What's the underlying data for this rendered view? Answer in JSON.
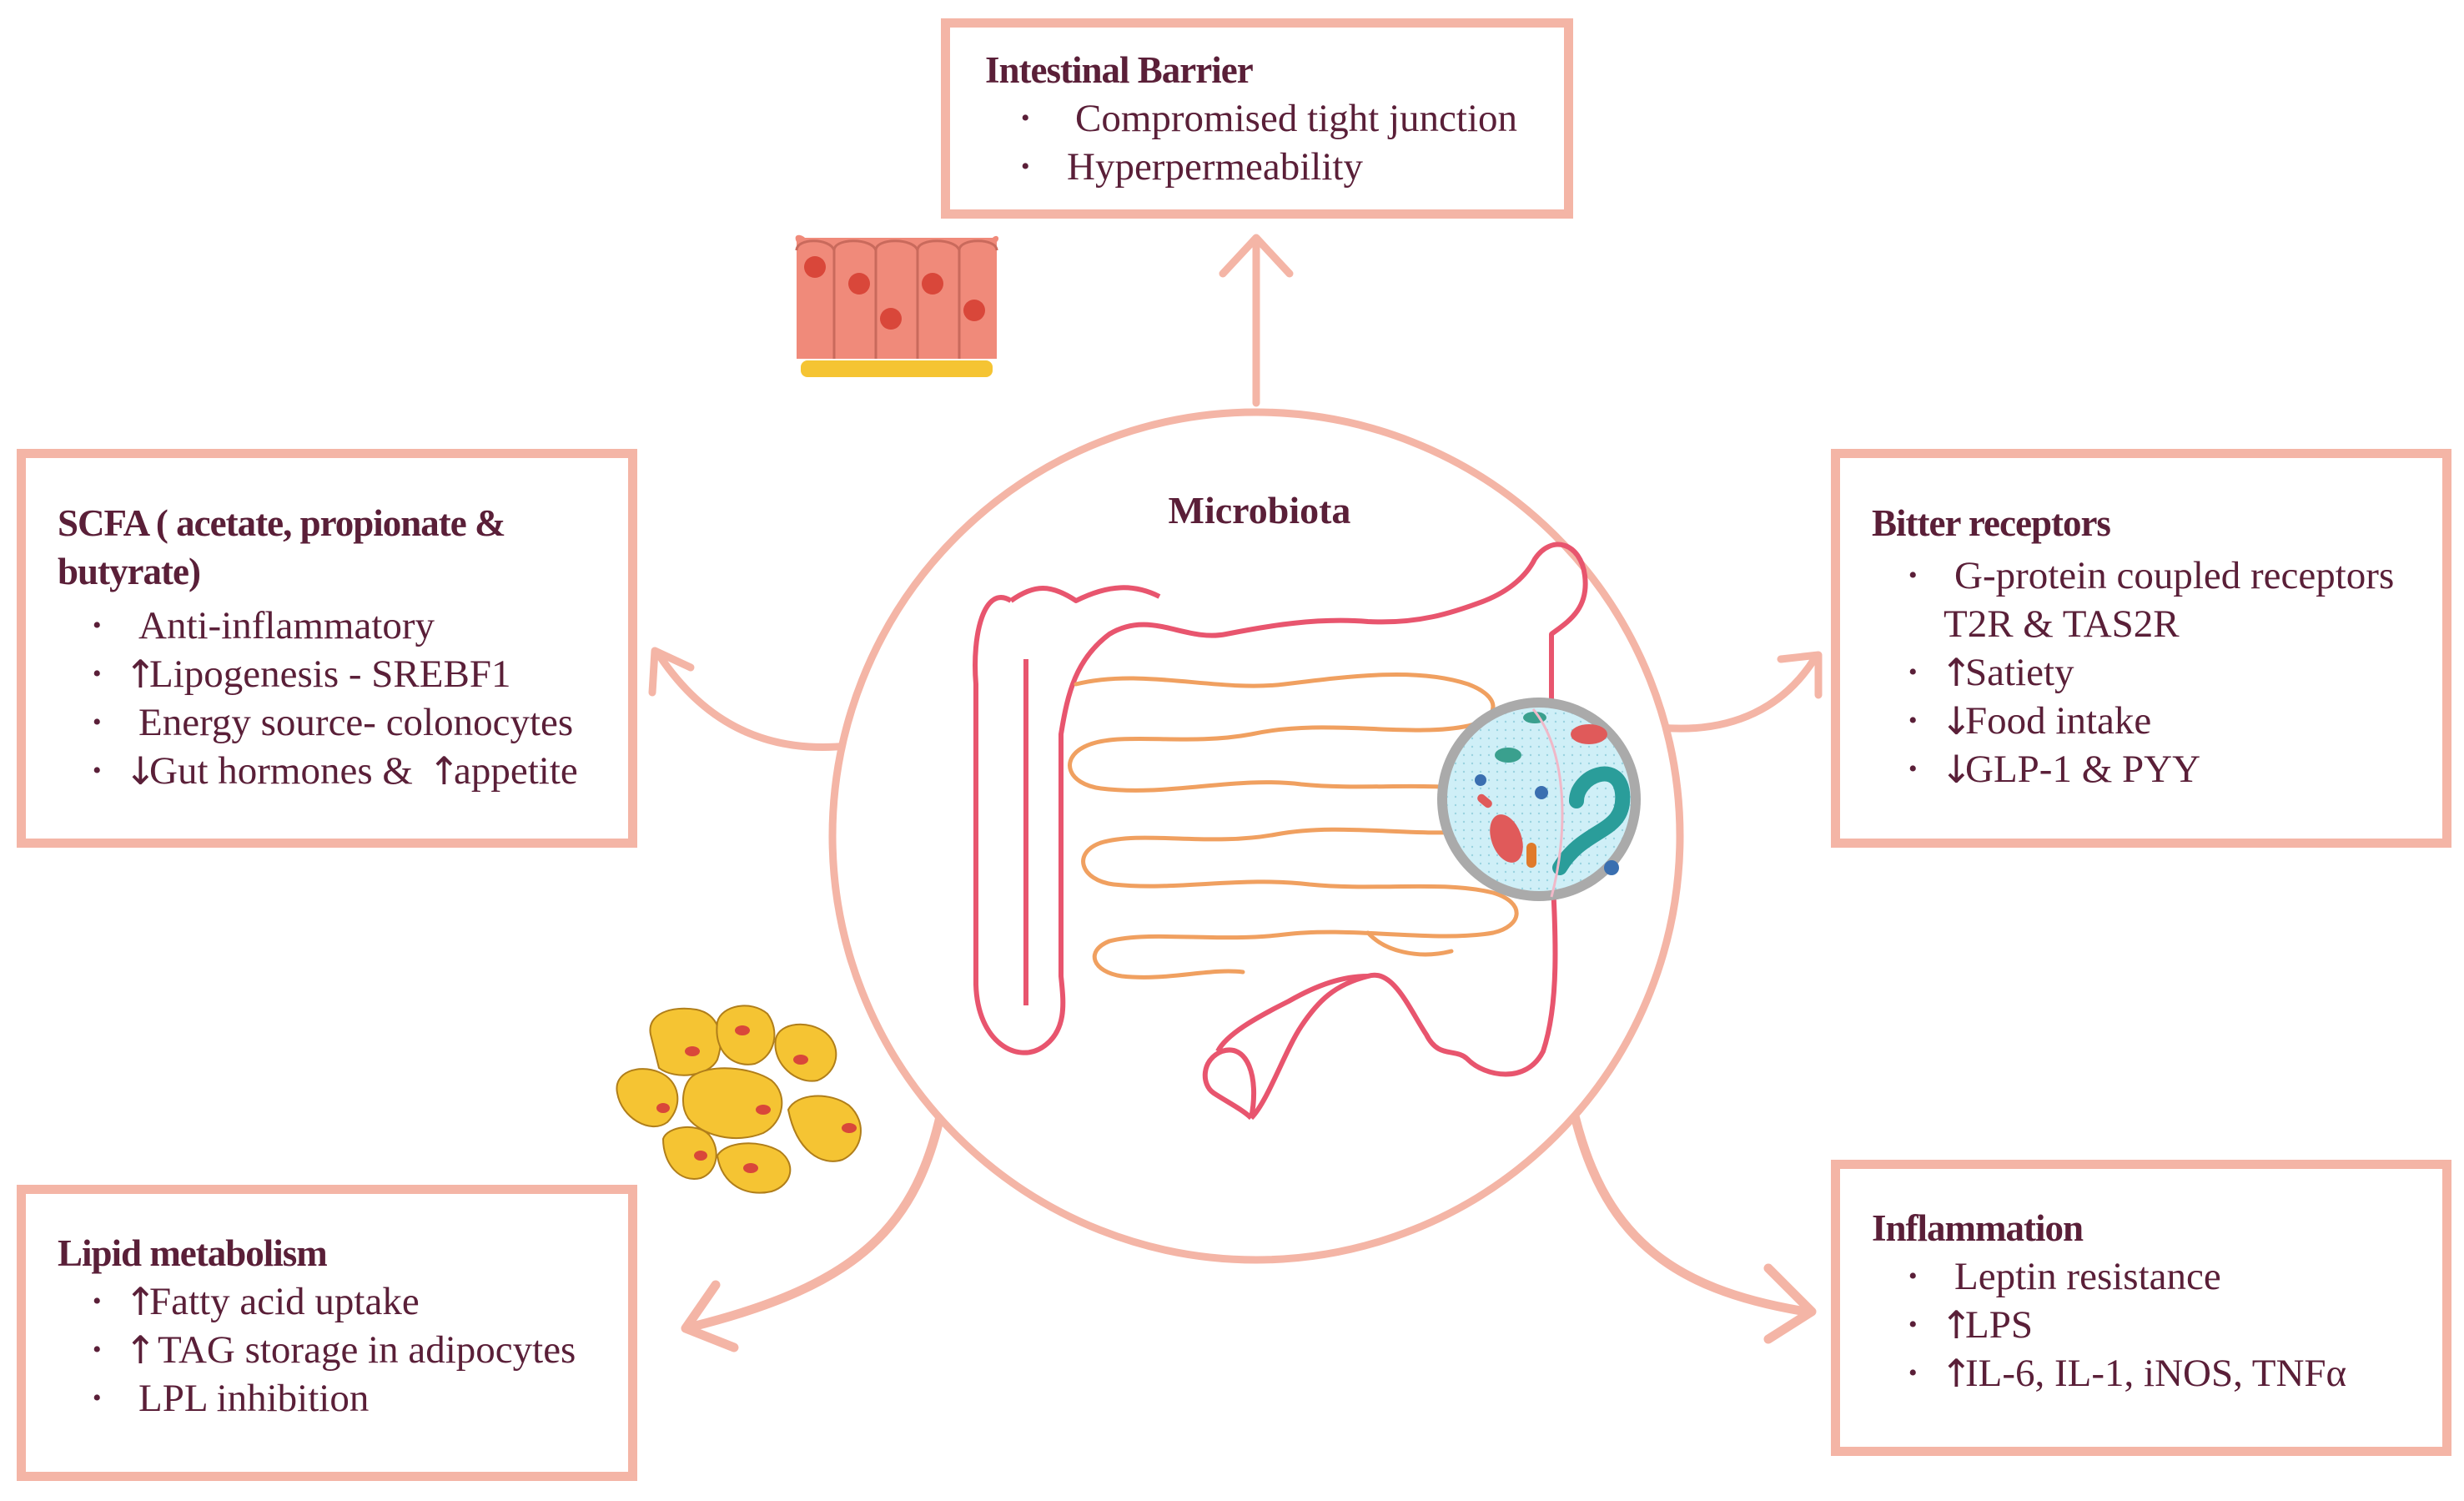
{
  "center": {
    "title": "Microbiota"
  },
  "boxes": {
    "intestinal_barrier": {
      "title": "Intestinal Barrier",
      "items": [
        "Compromised tight junction",
        "Hyperpermeability"
      ]
    },
    "scfa": {
      "title_line1": "SCFA ( acetate, propionate &",
      "title_line2": "butyrate)",
      "items": [
        {
          "text": "Anti-inflammatory"
        },
        {
          "text": "Lipogenesis - SREBF1",
          "prefix": "up"
        },
        {
          "text": "Energy source- colonocytes"
        },
        {
          "text": "Gut hormones &",
          "prefix": "down",
          "suffix_arrow": "up",
          "suffix": "appetite"
        }
      ]
    },
    "bitter_receptors": {
      "title": "Bitter receptors",
      "items": [
        {
          "text": "G-protein coupled receptors",
          "continuation": "T2R & TAS2R"
        },
        {
          "text": "Satiety",
          "prefix": "up"
        },
        {
          "text": "Food intake",
          "prefix": "down"
        },
        {
          "text": "GLP-1 & PYY",
          "prefix": "down"
        }
      ]
    },
    "lipid_metabolism": {
      "title": "Lipid metabolism",
      "items": [
        {
          "text": "Fatty acid uptake",
          "prefix": "up"
        },
        {
          "text": "TAG storage in adipocytes",
          "prefix": "up"
        },
        {
          "text": "LPL inhibition"
        }
      ]
    },
    "inflammation": {
      "title": "Inflammation",
      "items": [
        {
          "text": "Leptin resistance"
        },
        {
          "text": "LPS",
          "prefix": "up"
        },
        {
          "text": "IL-6, IL-1, iNOS, TNFα",
          "prefix": "up"
        }
      ]
    }
  },
  "glyphs": {
    "bullet": "•",
    "up": "↑",
    "down": "↓"
  },
  "colors": {
    "box_border": "#f4b5a6",
    "arrow": "#f4b5a6",
    "text": "#5a1f38",
    "intestine": "#e8556e",
    "small_intestine": "#f0a060",
    "adipocyte_fill": "#f5c433",
    "nucleus": "#d9473a",
    "epithelium": "#f08a7a"
  }
}
